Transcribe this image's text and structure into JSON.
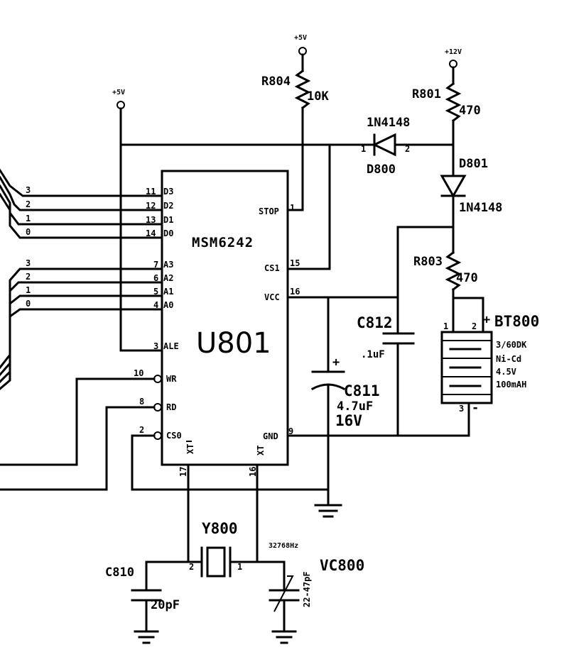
{
  "ic": {
    "part": "MSM6242",
    "ref": "U801",
    "pins": {
      "d3": {
        "num": "11",
        "name": "D3"
      },
      "d2": {
        "num": "12",
        "name": "D2"
      },
      "d1": {
        "num": "13",
        "name": "D1"
      },
      "d0": {
        "num": "14",
        "name": "D0"
      },
      "a3": {
        "num": "7",
        "name": "A3"
      },
      "a2": {
        "num": "6",
        "name": "A2"
      },
      "a1": {
        "num": "5",
        "name": "A1"
      },
      "a0": {
        "num": "4",
        "name": "A0"
      },
      "ale": {
        "num": "3",
        "name": "ALE"
      },
      "wr": {
        "num": "10",
        "name": "WR"
      },
      "rd": {
        "num": "8",
        "name": "RD"
      },
      "cs0": {
        "num": "2",
        "name": "CS0"
      },
      "stop": {
        "num": "1",
        "name": "STOP"
      },
      "cs1": {
        "num": "15",
        "name": "CS1"
      },
      "vcc": {
        "num": "16",
        "name": "VCC"
      },
      "gnd": {
        "num": "9",
        "name": "GND"
      },
      "xt_bar": {
        "num": "17",
        "name": "XT"
      },
      "xt": {
        "num": "16",
        "name": "XT"
      }
    }
  },
  "bus": {
    "data_bits": [
      "3",
      "2",
      "1",
      "0"
    ],
    "addr_bits": [
      "3",
      "2",
      "1",
      "0"
    ]
  },
  "power": {
    "left_5v": "+5V",
    "top_5v": "+5V",
    "top_12v": "+12V"
  },
  "components": {
    "r804": {
      "ref": "R804",
      "value": "10K"
    },
    "r801": {
      "ref": "R801",
      "value": "470"
    },
    "r803": {
      "ref": "R803",
      "value": "470"
    },
    "d800": {
      "ref": "D800",
      "part": "1N4148",
      "pin1": "1",
      "pin2": "2"
    },
    "d801": {
      "ref": "D801",
      "part": "1N4148"
    },
    "c812": {
      "ref": "C812",
      "value": ".1uF"
    },
    "c811": {
      "ref": "C811",
      "value": "4.7uF",
      "voltage": "16V"
    },
    "bt800": {
      "ref": "BT800",
      "spec1": "3/60DK",
      "spec2": "Ni-Cd",
      "spec3": "4.5V",
      "spec4": "100mAH",
      "pin1": "1",
      "pin2": "2",
      "pin3": "3"
    },
    "y800": {
      "ref": "Y800",
      "freq": "32768Hz",
      "pin1": "1",
      "pin2": "2"
    },
    "c810": {
      "ref": "C810",
      "value": "20pF"
    },
    "vc800": {
      "ref": "VC800",
      "value": "22-47pF"
    }
  }
}
